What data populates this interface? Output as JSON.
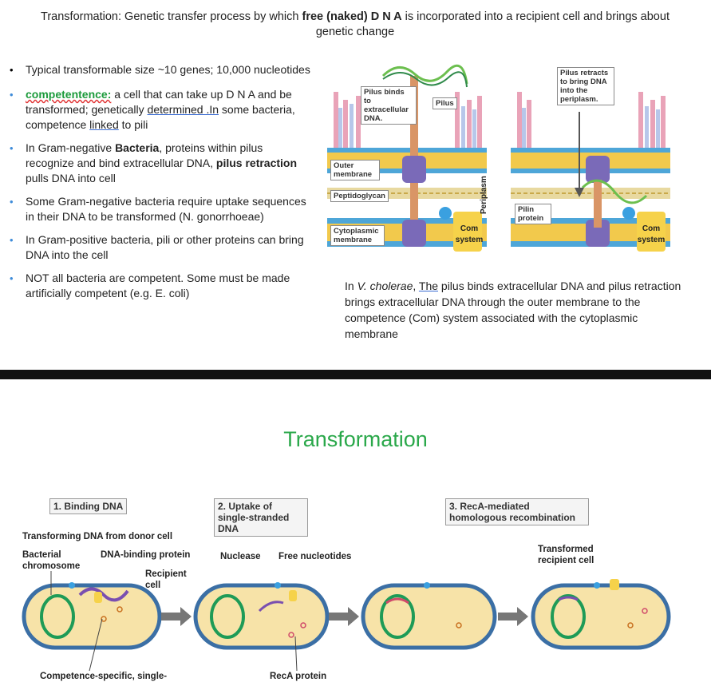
{
  "slide1": {
    "title_pre": "Transformation: Genetic transfer process by which ",
    "title_bold": "free (naked) D N A",
    "title_post": " is incorporated into a recipient cell and brings about genetic change",
    "bullet1": "Typical transformable size ~10 genes; 10,000 nucleotides",
    "bullet2_term": "competentence:",
    "bullet2_a": " a cell that can take up D N A and be transformed; genetically ",
    "bullet2_u1": "determined .In",
    "bullet2_b": " some bacteria, competence ",
    "bullet2_u2": "linked",
    "bullet2_c": " to pili",
    "bullet3_a": "In Gram-negative ",
    "bullet3_bold1": "Bacteria",
    "bullet3_b": ", proteins within pilus recognize and bind extracellular DNA, ",
    "bullet3_bold2": "pilus retraction",
    "bullet3_c": " pulls DNA into cell",
    "bullet4": "Some Gram-negative bacteria require uptake sequences in their DNA to be transformed (N. gonorrhoeae)",
    "bullet5": "In Gram-positive bacteria, pili or other proteins can bring DNA into the cell",
    "bullet6": "NOT all bacteria are competent. Some must be made artificially competent (e.g. E. coli)",
    "caption_a": "In ",
    "caption_italic": "V. cholerae",
    "caption_b": ", ",
    "caption_u": "The",
    "caption_c": " pilus binds extracellular DNA and pilus retraction brings extracellular DNA through the outer membrane to the competence (Com) system associated with the cytoplasmic membrane",
    "fig": {
      "pilus_binds": "Pilus binds to extracellular DNA.",
      "pilus": "Pilus",
      "pilus_retracts": "Pilus retracts to bring DNA into the periplasm.",
      "outer_membrane": "Outer membrane",
      "peptidoglycan": "Peptidoglycan",
      "periplasm": "Periplasm",
      "pilin_protein": "Pilin protein",
      "cytoplasmic_membrane": "Cytoplasmic membrane",
      "com_system_left": "Com system",
      "com_system_right": "Com system"
    }
  },
  "slide2": {
    "title": "Transformation",
    "step1": "1. Binding DNA",
    "step2": "2. Uptake of single-stranded DNA",
    "step3": "3. RecA-mediated homologous recombination",
    "transforming_dna": "Transforming DNA from donor cell",
    "bacterial_chromosome": "Bacterial chromosome",
    "dna_binding_protein": "DNA-binding protein",
    "recipient_cell": "Recipient cell",
    "nuclease": "Nuclease",
    "free_nucleotides": "Free nucleotides",
    "transformed_recipient": "Transformed recipient cell",
    "competence_specific": "Competence-specific, single-",
    "reca_protein": "RecA protein"
  },
  "colors": {
    "green_title": "#2aa84a",
    "membrane_blue": "#4ea6d8",
    "peptidoglycan_yellow": "#f2c94c",
    "com_yellow": "#f6d24a",
    "pilus_purple": "#7a6ab8",
    "cell_fill": "#f7e3a8",
    "cell_outline": "#3b6fa5",
    "chromosome_green": "#1e9b57"
  }
}
